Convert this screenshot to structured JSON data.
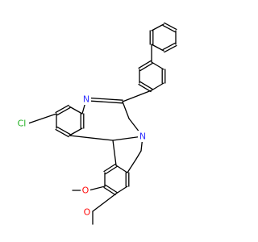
{
  "molecule": {
    "colors": {
      "bond": "#000000",
      "carbon": "#000000",
      "nitrogen": "#3333ff",
      "oxygen": "#ff0d0d",
      "chlorine": "#1fb01f"
    },
    "atom_labels": {
      "cl": "Cl",
      "n_imine": "N",
      "n_amine": "N",
      "o_upper": "O",
      "o_lower": "O"
    }
  }
}
